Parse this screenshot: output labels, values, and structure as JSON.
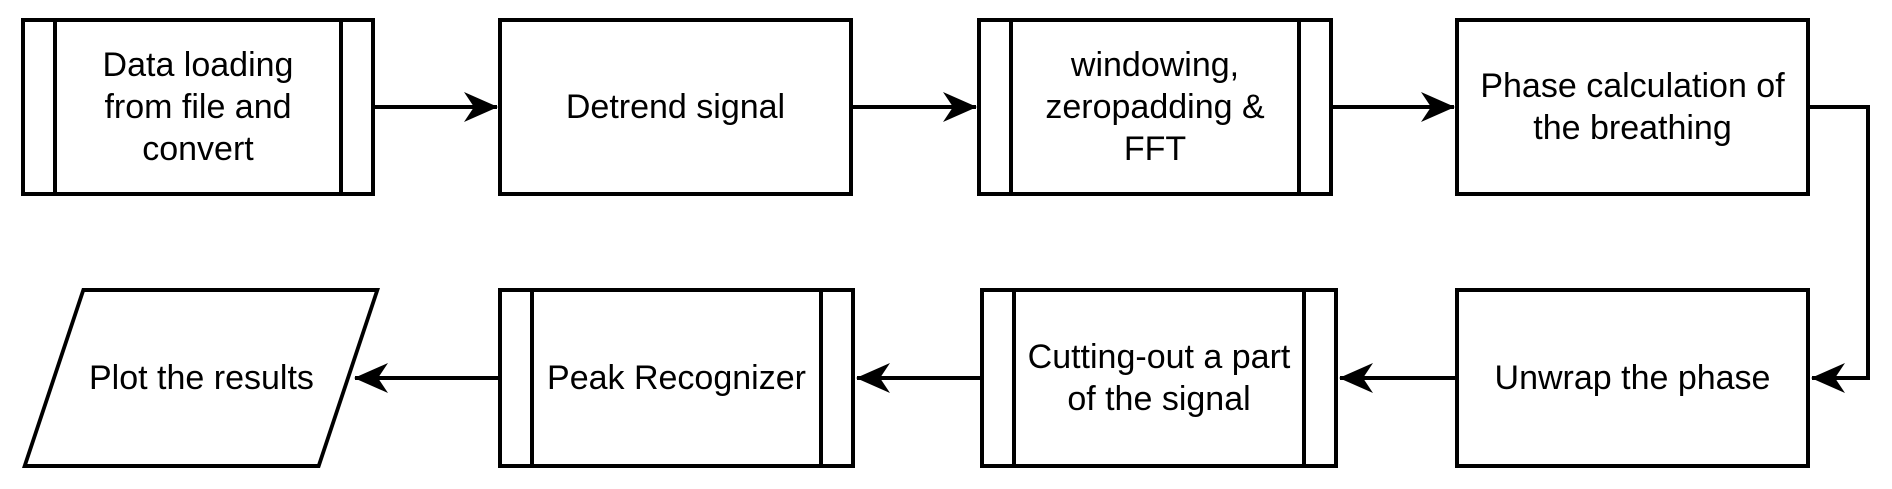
{
  "flowchart": {
    "background_color": "#ffffff",
    "line_color": "#000000",
    "text_color": "#000000",
    "nodes": [
      {
        "id": "data-loading",
        "shape": "subroutine",
        "label": "Data loading from file and convert",
        "lines": [
          "Data loading",
          "from file and",
          "convert"
        ]
      },
      {
        "id": "detrend-signal",
        "shape": "process",
        "label": "Detrend signal",
        "lines": [
          "Detrend signal"
        ]
      },
      {
        "id": "windowing-fft",
        "shape": "subroutine",
        "label": "windowing, zeropadding & FFT",
        "lines": [
          "windowing,",
          "zeropadding &",
          "FFT"
        ]
      },
      {
        "id": "phase-calculation",
        "shape": "process",
        "label": "Phase calculation of the breathing",
        "lines": [
          "Phase calculation of",
          "the breathing"
        ]
      },
      {
        "id": "unwrap-phase",
        "shape": "process",
        "label": "Unwrap the phase",
        "lines": [
          "Unwrap the phase"
        ]
      },
      {
        "id": "cutting-out",
        "shape": "subroutine",
        "label": "Cutting-out a part of the signal",
        "lines": [
          "Cutting-out a part",
          "of the signal"
        ]
      },
      {
        "id": "peak-recognizer",
        "shape": "subroutine",
        "label": "Peak Recognizer",
        "lines": [
          "Peak Recognizer"
        ]
      },
      {
        "id": "plot-results",
        "shape": "parallelogram",
        "label": "Plot the results",
        "lines": [
          "Plot the results"
        ]
      }
    ],
    "edges": [
      {
        "from": "data-loading",
        "to": "detrend-signal"
      },
      {
        "from": "detrend-signal",
        "to": "windowing-fft"
      },
      {
        "from": "windowing-fft",
        "to": "phase-calculation"
      },
      {
        "from": "phase-calculation",
        "to": "unwrap-phase"
      },
      {
        "from": "unwrap-phase",
        "to": "cutting-out"
      },
      {
        "from": "cutting-out",
        "to": "peak-recognizer"
      },
      {
        "from": "peak-recognizer",
        "to": "plot-results"
      }
    ]
  }
}
